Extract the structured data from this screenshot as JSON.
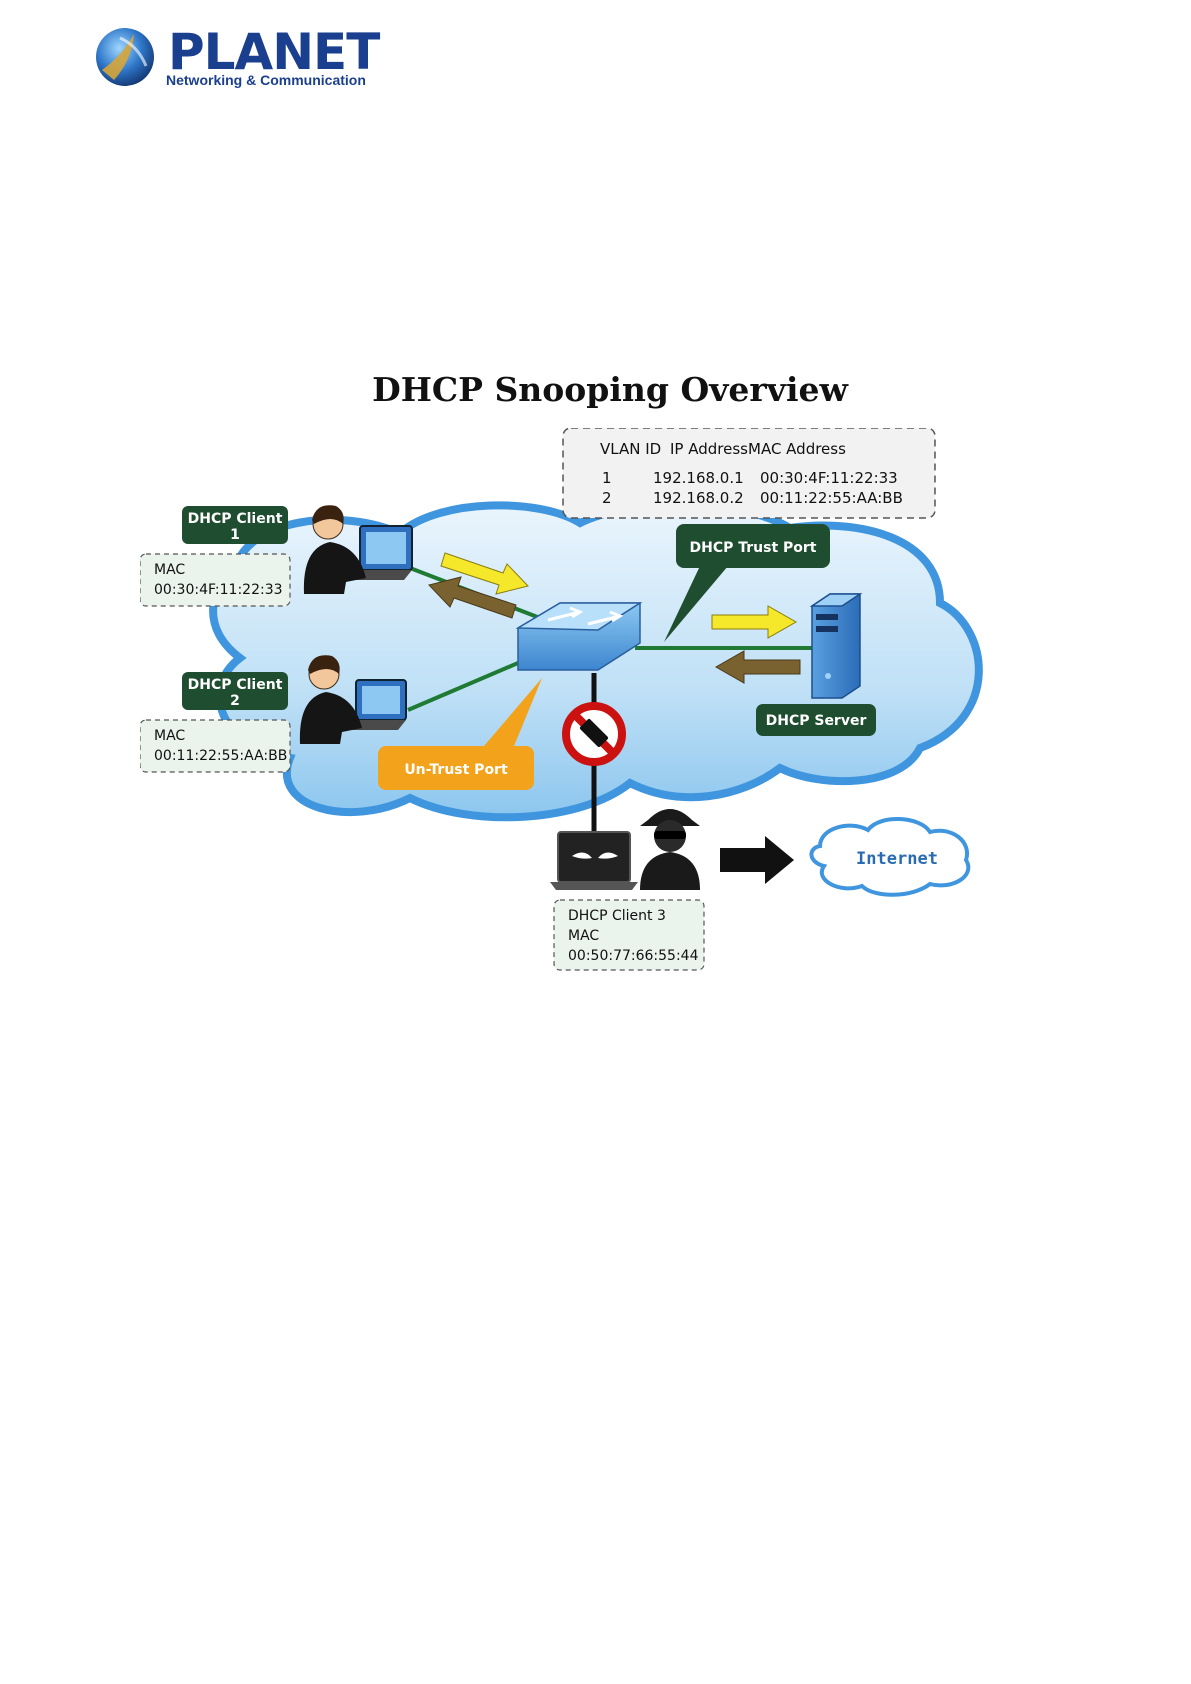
{
  "logo": {
    "brand": "PLANET",
    "tagline": "Networking & Communication"
  },
  "title": "DHCP Snooping Overview",
  "binding_table": {
    "headers": [
      "VLAN ID",
      "IP Address",
      "MAC Address"
    ],
    "rows": [
      {
        "vlan": "1",
        "ip": "192.168.0.1",
        "mac": "00:30:4F:11:22:33"
      },
      {
        "vlan": "2",
        "ip": "192.168.0.2",
        "mac": "00:11:22:55:AA:BB"
      }
    ]
  },
  "client1": {
    "line1": "DHCP Client",
    "line2": "1",
    "mac_label": "MAC",
    "mac": "00:30:4F:11:22:33"
  },
  "client2": {
    "line1": "DHCP Client",
    "line2": "2",
    "mac_label": "MAC",
    "mac": "00:11:22:55:AA:BB"
  },
  "trust_port_label": "DHCP Trust Port",
  "untrust_port_label": "Un-Trust Port",
  "server_label": "DHCP Server",
  "client3": {
    "name": "DHCP Client 3",
    "mac_label": "MAC",
    "mac": "00:50:77:66:55:44"
  },
  "internet_label": "Internet",
  "colors": {
    "label_green": "#1f4d2f",
    "cloud_blue": "#bfe0f6",
    "arrow_yellow": "#f5e72a",
    "arrow_brown": "#7a6230",
    "untrust_orange": "#f3a21b",
    "block_red": "#cc1111"
  }
}
